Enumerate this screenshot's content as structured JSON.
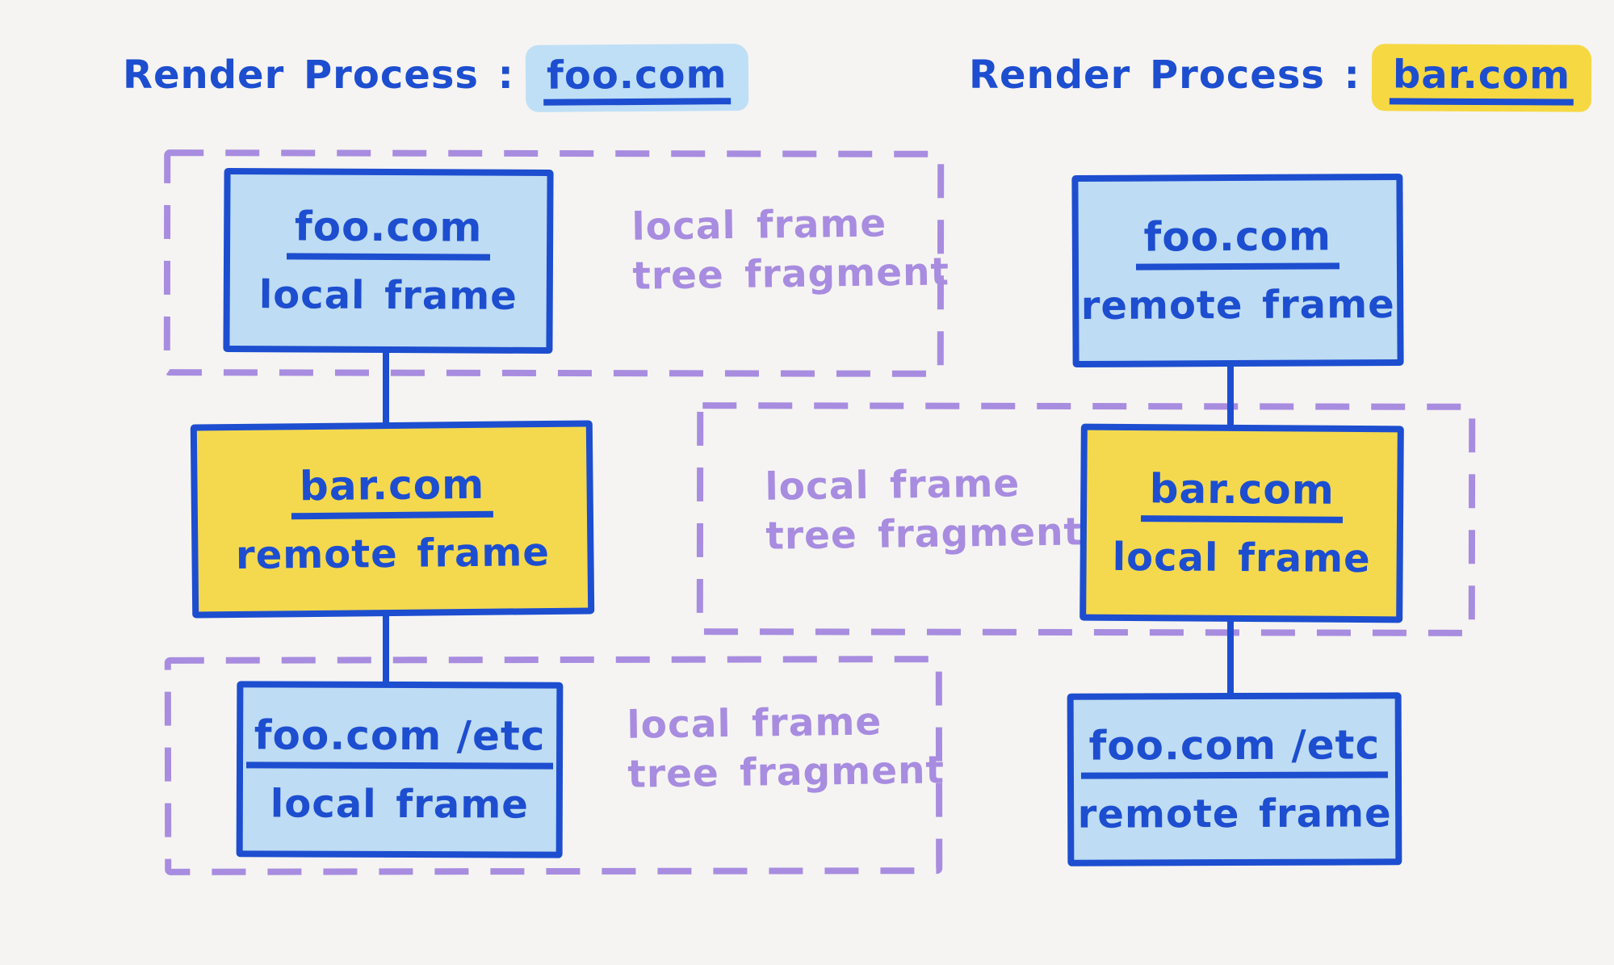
{
  "titles": {
    "left_prefix": "Render Process :",
    "left_domain": "foo.com",
    "right_prefix": "Render Process :",
    "right_domain": "bar.com"
  },
  "labels": {
    "fragment_line1": "local frame",
    "fragment_line2": "tree fragment"
  },
  "nodes": {
    "left_top": {
      "domain": "foo.com",
      "role": "local frame"
    },
    "left_mid": {
      "domain": "bar.com",
      "role": "remote frame"
    },
    "left_bottom": {
      "domain": "foo.com /etc",
      "role": "local frame"
    },
    "right_top": {
      "domain": "foo.com",
      "role": "remote frame"
    },
    "right_mid": {
      "domain": "bar.com",
      "role": "local frame"
    },
    "right_bottom": {
      "domain": "foo.com /etc",
      "role": "remote frame"
    }
  },
  "colors": {
    "background": "#f5f4f2",
    "ink_blue": "#1d4ed0",
    "box_blue_fill": "#bedcf3",
    "box_yellow_fill": "#f4d94f",
    "fragment_purple": "#a88ce0",
    "title_highlight_blue": "#bfdff6",
    "title_highlight_yellow": "#f6d843"
  }
}
